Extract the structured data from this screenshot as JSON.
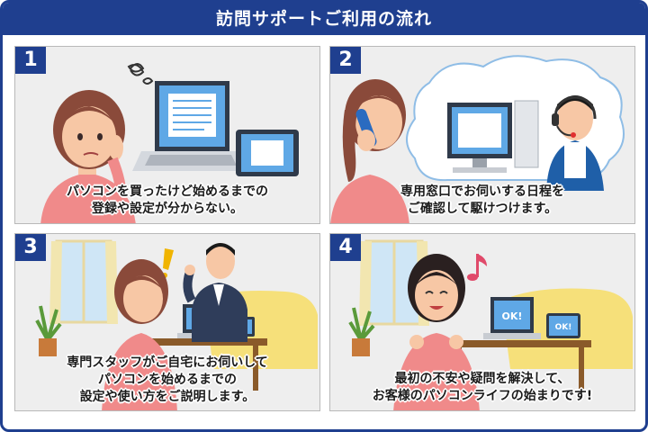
{
  "title": "訪問サポートご利用の流れ",
  "colors": {
    "navy": "#1f3f8f",
    "panel_bg": "#eeeeee",
    "skin": "#f7c7a5",
    "pink_top": "#f08a8a"
  },
  "steps": [
    {
      "number": "1",
      "lines": [
        "パソコンを買ったけど始めるまでの",
        "登録や設定が分からない。"
      ]
    },
    {
      "number": "2",
      "lines": [
        "専用窓口でお伺いする日程を",
        "ご確認して駆けつけます。"
      ]
    },
    {
      "number": "3",
      "lines": [
        "専門スタッフがご自宅にお伺いして",
        "パソコンを始めるまでの",
        "設定や使い方をご説明します。"
      ]
    },
    {
      "number": "4",
      "lines": [
        "最初の不安や疑問を解決して、",
        "お客様のパソコンライフの始まりです!"
      ]
    }
  ],
  "screen_labels": {
    "ok": "OK!"
  }
}
